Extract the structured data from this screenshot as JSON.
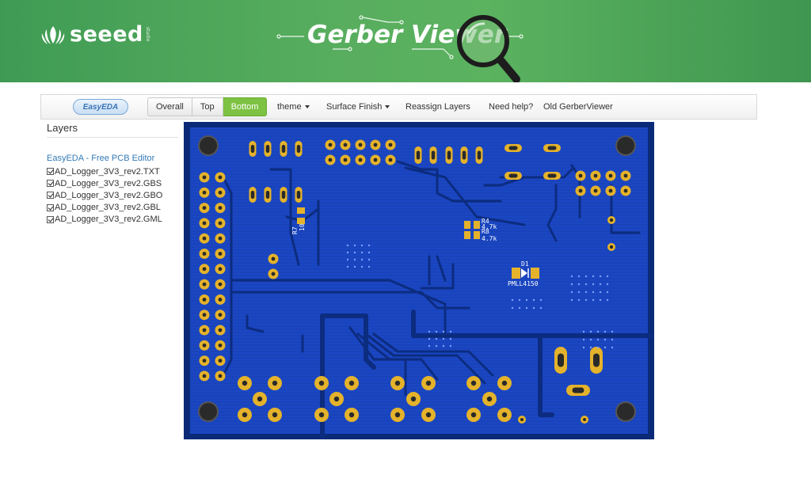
{
  "header": {
    "brand_name": "seeed",
    "brand_sub": "studio",
    "app_title": "Gerber Viewer"
  },
  "toolbar": {
    "easyeda_logo": "EasyEDA",
    "view_buttons": [
      "Overall",
      "Top",
      "Bottom"
    ],
    "active_view": "Bottom",
    "menus": {
      "theme": "theme",
      "surface_finish": "Surface Finish",
      "reassign_layers": "Reassign Layers",
      "need_help": "Need help?",
      "old_viewer": "Old GerberViewer"
    }
  },
  "layers": {
    "title": "Layers",
    "editor_link": "EasyEDA - Free PCB Editor",
    "items": [
      {
        "name": "AD_Logger_3V3_rev2.TXT",
        "checked": true
      },
      {
        "name": "AD_Logger_3V3_rev2.GBS",
        "checked": true
      },
      {
        "name": "AD_Logger_3V3_rev2.GBO",
        "checked": true
      },
      {
        "name": "AD_Logger_3V3_rev2.GBL",
        "checked": true
      },
      {
        "name": "AD_Logger_3V3_rev2.GML",
        "checked": true
      }
    ]
  },
  "board": {
    "silk_labels": {
      "r4": "R4",
      "r4_val": "4.7k",
      "r8": "R8",
      "r8_val": "4.7k",
      "r7": "R7",
      "r7_val": "10",
      "d1": "D1",
      "d1_val": "PMLL4150"
    },
    "colors": {
      "substrate": "#0a2a78",
      "copper": "#1a47c4",
      "trace": "#0c2c80",
      "pad": "#e4b22b",
      "hole": "#2a2a2a",
      "silk": "#ffffff"
    }
  },
  "icons": [
    "seeed-logo-icon",
    "magnifier-icon",
    "caret-down-icon",
    "checkbox-checked-icon"
  ]
}
